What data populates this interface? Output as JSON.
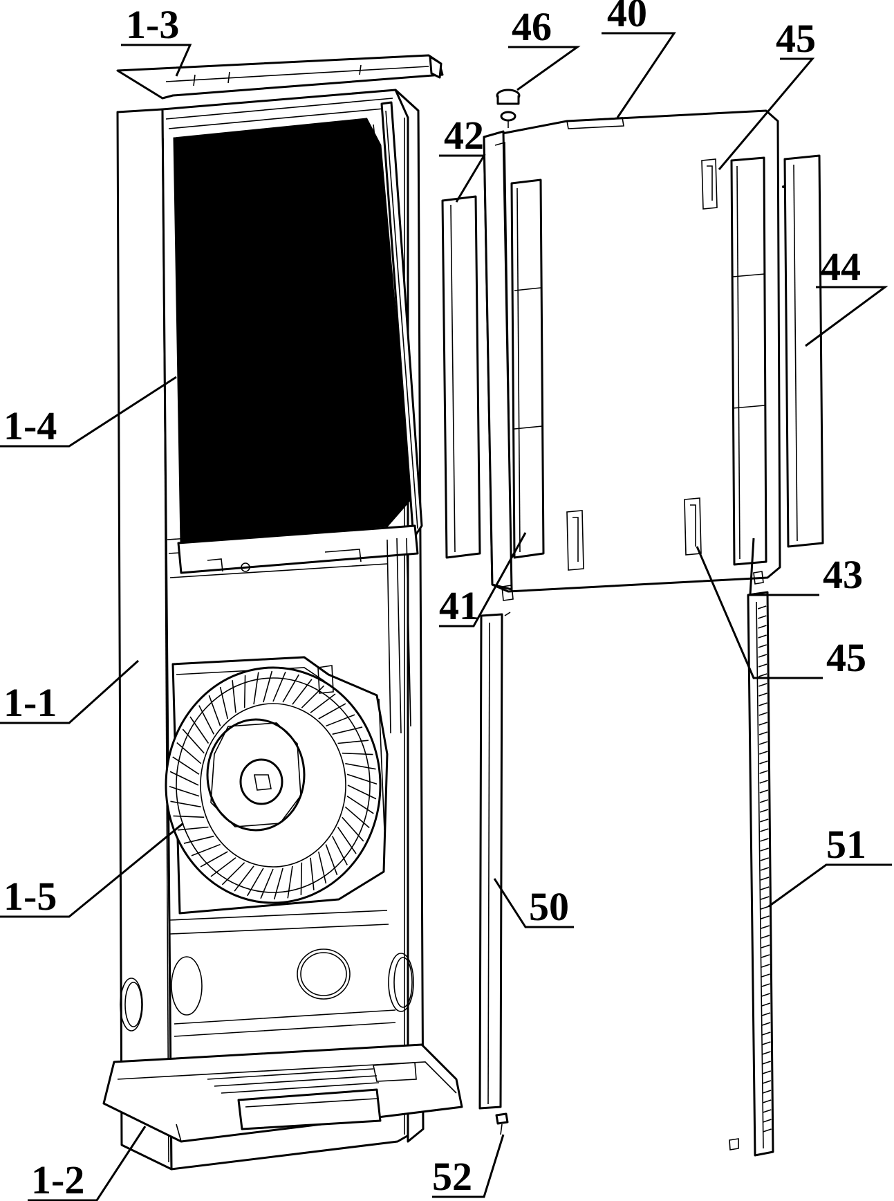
{
  "labels": {
    "l_1_3": "1-3",
    "l_1_4": "1-4",
    "l_1_1": "1-1",
    "l_1_5": "1-5",
    "l_1_2": "1-2",
    "l_46": "46",
    "l_40": "40",
    "l_45a": "45",
    "l_42": "42",
    "l_44": "44",
    "l_43": "43",
    "l_41": "41",
    "l_45b": "45",
    "l_50": "50",
    "l_51": "51",
    "l_52": "52"
  },
  "colors": {
    "ink": "#000000",
    "paper": "#ffffff"
  }
}
